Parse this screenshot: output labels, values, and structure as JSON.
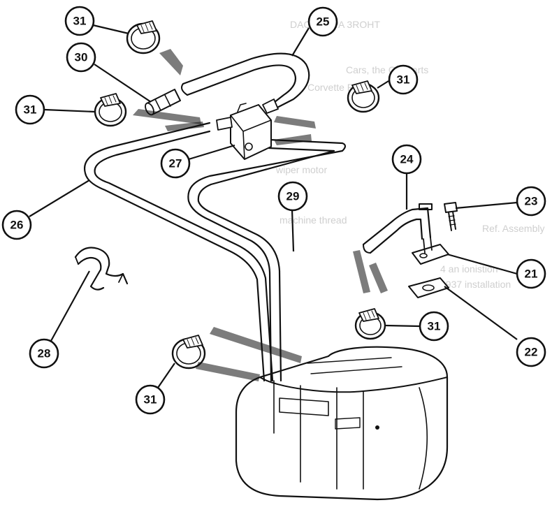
{
  "parts": [
    {
      "id": "callout-31-a",
      "label": "31"
    },
    {
      "id": "callout-30",
      "label": "30"
    },
    {
      "id": "callout-25",
      "label": "25"
    },
    {
      "id": "callout-31-b",
      "label": "31"
    },
    {
      "id": "callout-31-c",
      "label": "31"
    },
    {
      "id": "callout-27",
      "label": "27"
    },
    {
      "id": "callout-24",
      "label": "24"
    },
    {
      "id": "callout-23",
      "label": "23"
    },
    {
      "id": "callout-29",
      "label": "29"
    },
    {
      "id": "callout-26",
      "label": "26"
    },
    {
      "id": "callout-21",
      "label": "21"
    },
    {
      "id": "callout-28",
      "label": "28"
    },
    {
      "id": "callout-22",
      "label": "22"
    },
    {
      "id": "callout-31-d",
      "label": "31"
    },
    {
      "id": "callout-31-e",
      "label": "31"
    }
  ],
  "bleed_through_text": [
    "DAOHOPPA 3ROHT",
    "Corvette Parts",
    "Cars, the GM parts",
    "wiper motor",
    "machine thread",
    "Ref. Assembly",
    "4 an ionistion",
    "1937 installation"
  ]
}
